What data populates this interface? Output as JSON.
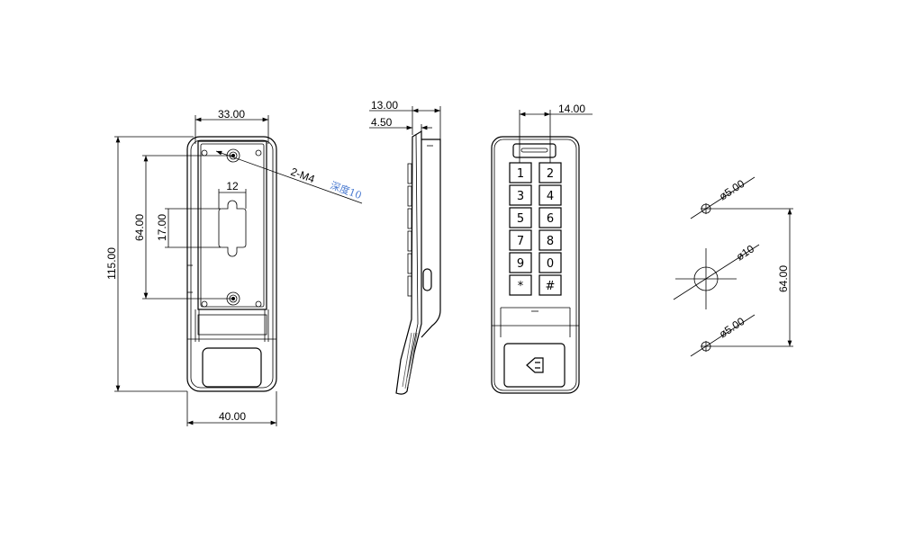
{
  "back_view": {
    "dim_top_width": "33.00",
    "dim_bottom_width": "40.00",
    "dim_height": "115.00",
    "dim_hole_spacing": "64.00",
    "dim_connector_height": "17.00",
    "dim_connector_width": "12",
    "screw_note": "2-M4",
    "screw_depth_note": "深度10"
  },
  "side_view": {
    "dim_thickness": "13.00",
    "dim_plate": "4.50"
  },
  "front_view": {
    "dim_key_pitch": "14.00",
    "keys": [
      "1",
      "2",
      "3",
      "4",
      "5",
      "6",
      "7",
      "8",
      "9",
      "0",
      "*",
      "#"
    ]
  },
  "hole_view": {
    "dim_small_hole_top": "ø5.00",
    "dim_center_hole": "ø10",
    "dim_small_hole_bottom": "ø5.00",
    "dim_spacing": "64.00"
  }
}
